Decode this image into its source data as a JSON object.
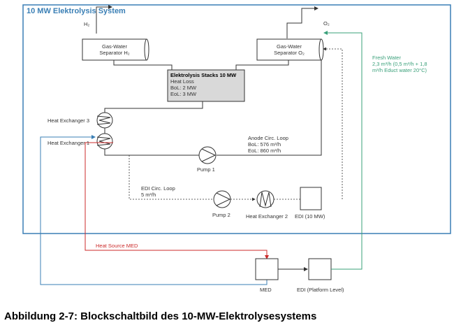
{
  "system": {
    "title": "10 MW Elektrolysis System"
  },
  "outputs": {
    "h2": "H₂",
    "o2": "O₂"
  },
  "separators": [
    {
      "id": "h2",
      "line1": "Gas-Water",
      "line2": "Separator H₂"
    },
    {
      "id": "o2",
      "line1": "Gas-Water",
      "line2": "Separator O₂"
    }
  ],
  "stacks": {
    "title": "Elektrolysis Stacks 10 MW",
    "lines": [
      "Heat Loss",
      "BoL: 2 MW",
      "EoL: 3 MW"
    ]
  },
  "heat_exchangers": {
    "hx3": "Heat Exchanger 3",
    "hx1": "Heat Exchanger 1",
    "hx2": "Heat Exchanger 2"
  },
  "anode_loop": {
    "lines": [
      "Anode Circ. Loop",
      "BoL: 576 m³/h",
      "EoL: 860 m³/h"
    ]
  },
  "pumps": {
    "pump1": "Pump 1",
    "pump2": "Pump 2"
  },
  "edi_loop": {
    "lines": [
      "EDI  Circ. Loop",
      "5 m³/h"
    ]
  },
  "edi_10mw": "EDI (10 MW)",
  "fresh_water": {
    "lines": [
      "Fresh Water",
      "2,3 m³/h (0,5 m³/h + 1,8",
      "m³/h Educt water 20°C)"
    ]
  },
  "heat_source": "Heat Source MED",
  "med": "MED",
  "edi_platform": "EDI (Platform Level)",
  "caption": "Abbildung 2-7: Blockschaltbild des 10-MW-Elektrolysesystems",
  "colors": {
    "system_border": "#3a7fb5",
    "fresh_water": "#3aa07a",
    "heat_source": "#cc2b2b",
    "pipe": "#333333",
    "stack_fill": "#d9d9d9"
  }
}
